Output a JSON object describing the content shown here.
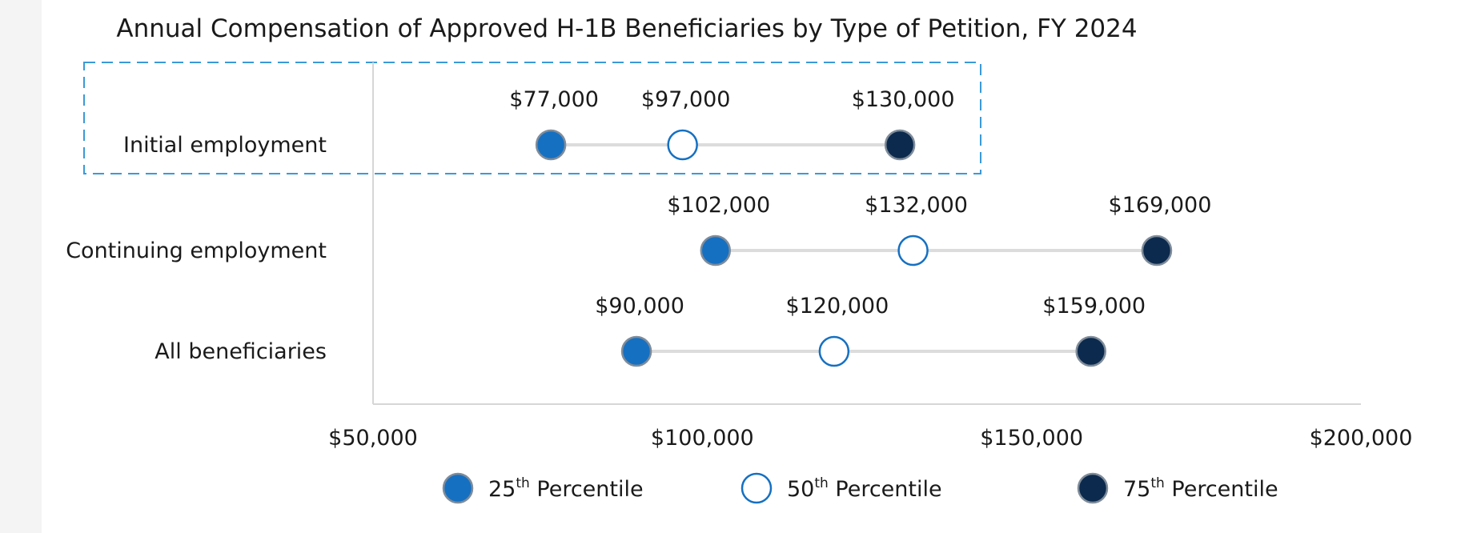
{
  "chart_data": {
    "type": "dot",
    "title": "Annual Compensation of Approved H-1B Beneficiaries by Type of Petition, FY 2024",
    "xlim": [
      50000,
      200000
    ],
    "x_ticks": [
      50000,
      100000,
      150000,
      200000
    ],
    "x_tick_labels": [
      "$50,000",
      "$100,000",
      "$150,000",
      "$200,000"
    ],
    "grid": false,
    "legend_position": "bottom",
    "categories": [
      "Initial employment",
      "Continuing employment",
      "All beneficiaries"
    ],
    "highlighted_category": "Initial employment",
    "series": [
      {
        "name": "25th Percentile",
        "legend_main": "25",
        "legend_sup": "th",
        "legend_rest": "Percentile",
        "values": [
          77000,
          102000,
          90000
        ],
        "labels": [
          "$77,000",
          "$102,000",
          "$90,000"
        ],
        "fill": "#1570c2",
        "stroke": "#7f8c9a"
      },
      {
        "name": "50th Percentile",
        "legend_main": "50",
        "legend_sup": "th",
        "legend_rest": "Percentile",
        "values": [
          97000,
          132000,
          120000
        ],
        "labels": [
          "$97,000",
          "$132,000",
          "$120,000"
        ],
        "fill": "#ffffff",
        "stroke": "#1570c2"
      },
      {
        "name": "75th Percentile",
        "legend_main": "75",
        "legend_sup": "th",
        "legend_rest": "Percentile",
        "values": [
          130000,
          169000,
          159000
        ],
        "labels": [
          "$130,000",
          "$169,000",
          "$159,000"
        ],
        "fill": "#0c2a4d",
        "stroke": "#7f8c9a"
      }
    ],
    "colors": {
      "connector": "#dcdcdc",
      "axis": "#d6d6d6",
      "highlight_box": "#3a9ad9"
    }
  }
}
